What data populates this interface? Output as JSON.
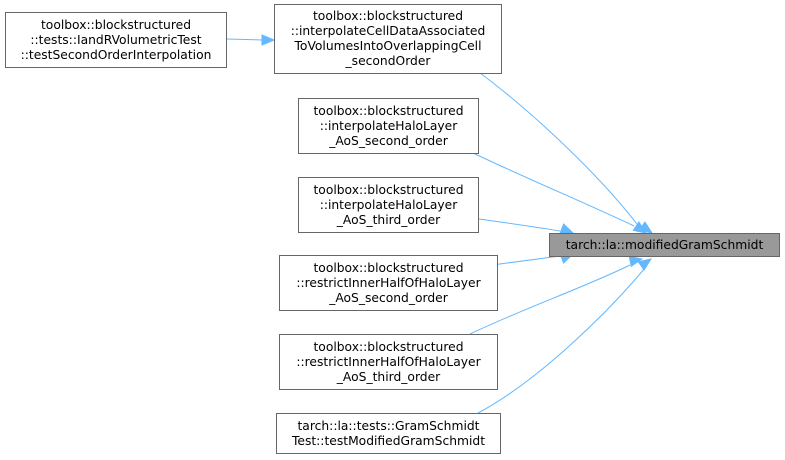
{
  "graph": {
    "edge_color": "#63b8ff",
    "highlight_fill": "#999999",
    "nodes": {
      "test_second": {
        "lines": [
          "toolbox::blockstructured",
          "::tests::IandRVolumetricTest",
          "::testSecondOrderInterpolation"
        ]
      },
      "interp_cell": {
        "lines": [
          "toolbox::blockstructured",
          "::interpolateCellDataAssociated",
          "ToVolumesIntoOverlappingCell",
          "_secondOrder"
        ]
      },
      "halo_second": {
        "lines": [
          "toolbox::blockstructured",
          "::interpolateHaloLayer",
          "_AoS_second_order"
        ]
      },
      "halo_third": {
        "lines": [
          "toolbox::blockstructured",
          "::interpolateHaloLayer",
          "_AoS_third_order"
        ]
      },
      "restrict_second": {
        "lines": [
          "toolbox::blockstructured",
          "::restrictInnerHalfOfHaloLayer",
          "_AoS_second_order"
        ]
      },
      "restrict_third": {
        "lines": [
          "toolbox::blockstructured",
          "::restrictInnerHalfOfHaloLayer",
          "_AoS_third_order"
        ]
      },
      "gram_test": {
        "lines": [
          "tarch::la::tests::GramSchmidt",
          "Test::testModifiedGramSchmidt"
        ]
      },
      "target": {
        "lines": [
          "tarch::la::modifiedGramSchmidt"
        ]
      }
    }
  }
}
